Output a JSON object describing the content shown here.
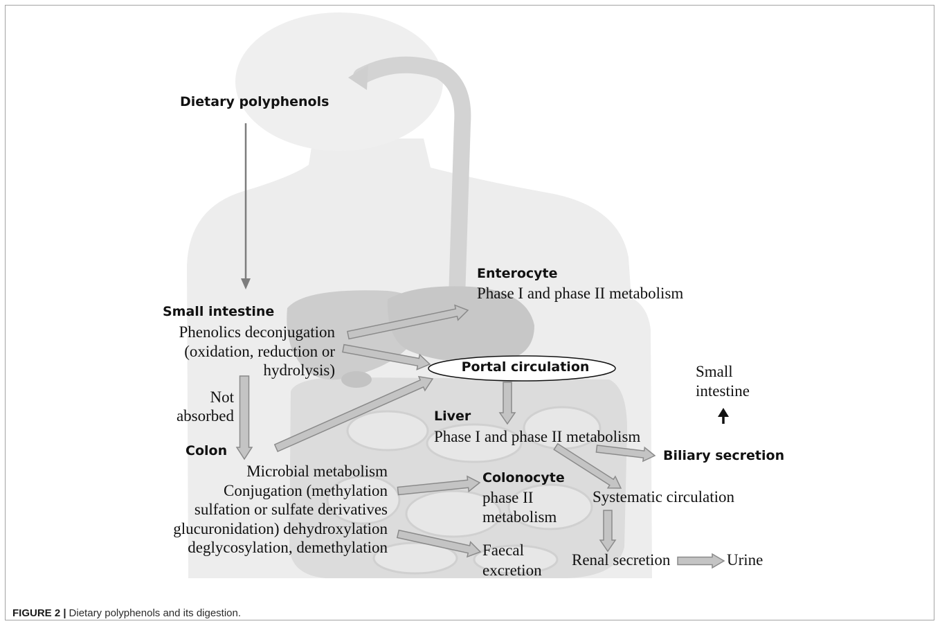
{
  "figure": {
    "caption_label": "FIGURE 2 |",
    "caption_text": "Dietary polyphenols and its digestion."
  },
  "diagram": {
    "dietary": "Dietary polyphenols",
    "small_intestine": {
      "title": "Small intestine",
      "lines": [
        "Phenolics deconjugation",
        "(oxidation, reduction or",
        "hydrolysis)"
      ]
    },
    "not_absorbed": [
      "Not",
      "absorbed"
    ],
    "colon": {
      "title": "Colon",
      "lines": [
        "Microbial metabolism",
        "Conjugation (methylation",
        "sulfation or sulfate derivatives",
        "glucuronidation) dehydroxylation",
        "deglycosylation, demethylation"
      ]
    },
    "enterocyte": {
      "title": "Enterocyte",
      "text": "Phase I and phase II metabolism"
    },
    "portal": "Portal circulation",
    "small_intestine_right": [
      "Small",
      "intestine"
    ],
    "liver": {
      "title": "Liver",
      "text": "Phase I and phase II metabolism"
    },
    "biliary": "Biliary secretion",
    "colonocyte": {
      "title": "Colonocyte",
      "lines": [
        "phase II",
        "metabolism"
      ]
    },
    "systematic": "Systematic circulation",
    "faecal": [
      "Faecal",
      "excretion"
    ],
    "renal": "Renal secretion",
    "urine": "Urine"
  },
  "colors": {
    "arrow_fill": "#c4c4c4",
    "arrow_stroke": "#8a8a8a",
    "line_arrow": "#7d7d7d",
    "up_arrow": "#111111"
  }
}
